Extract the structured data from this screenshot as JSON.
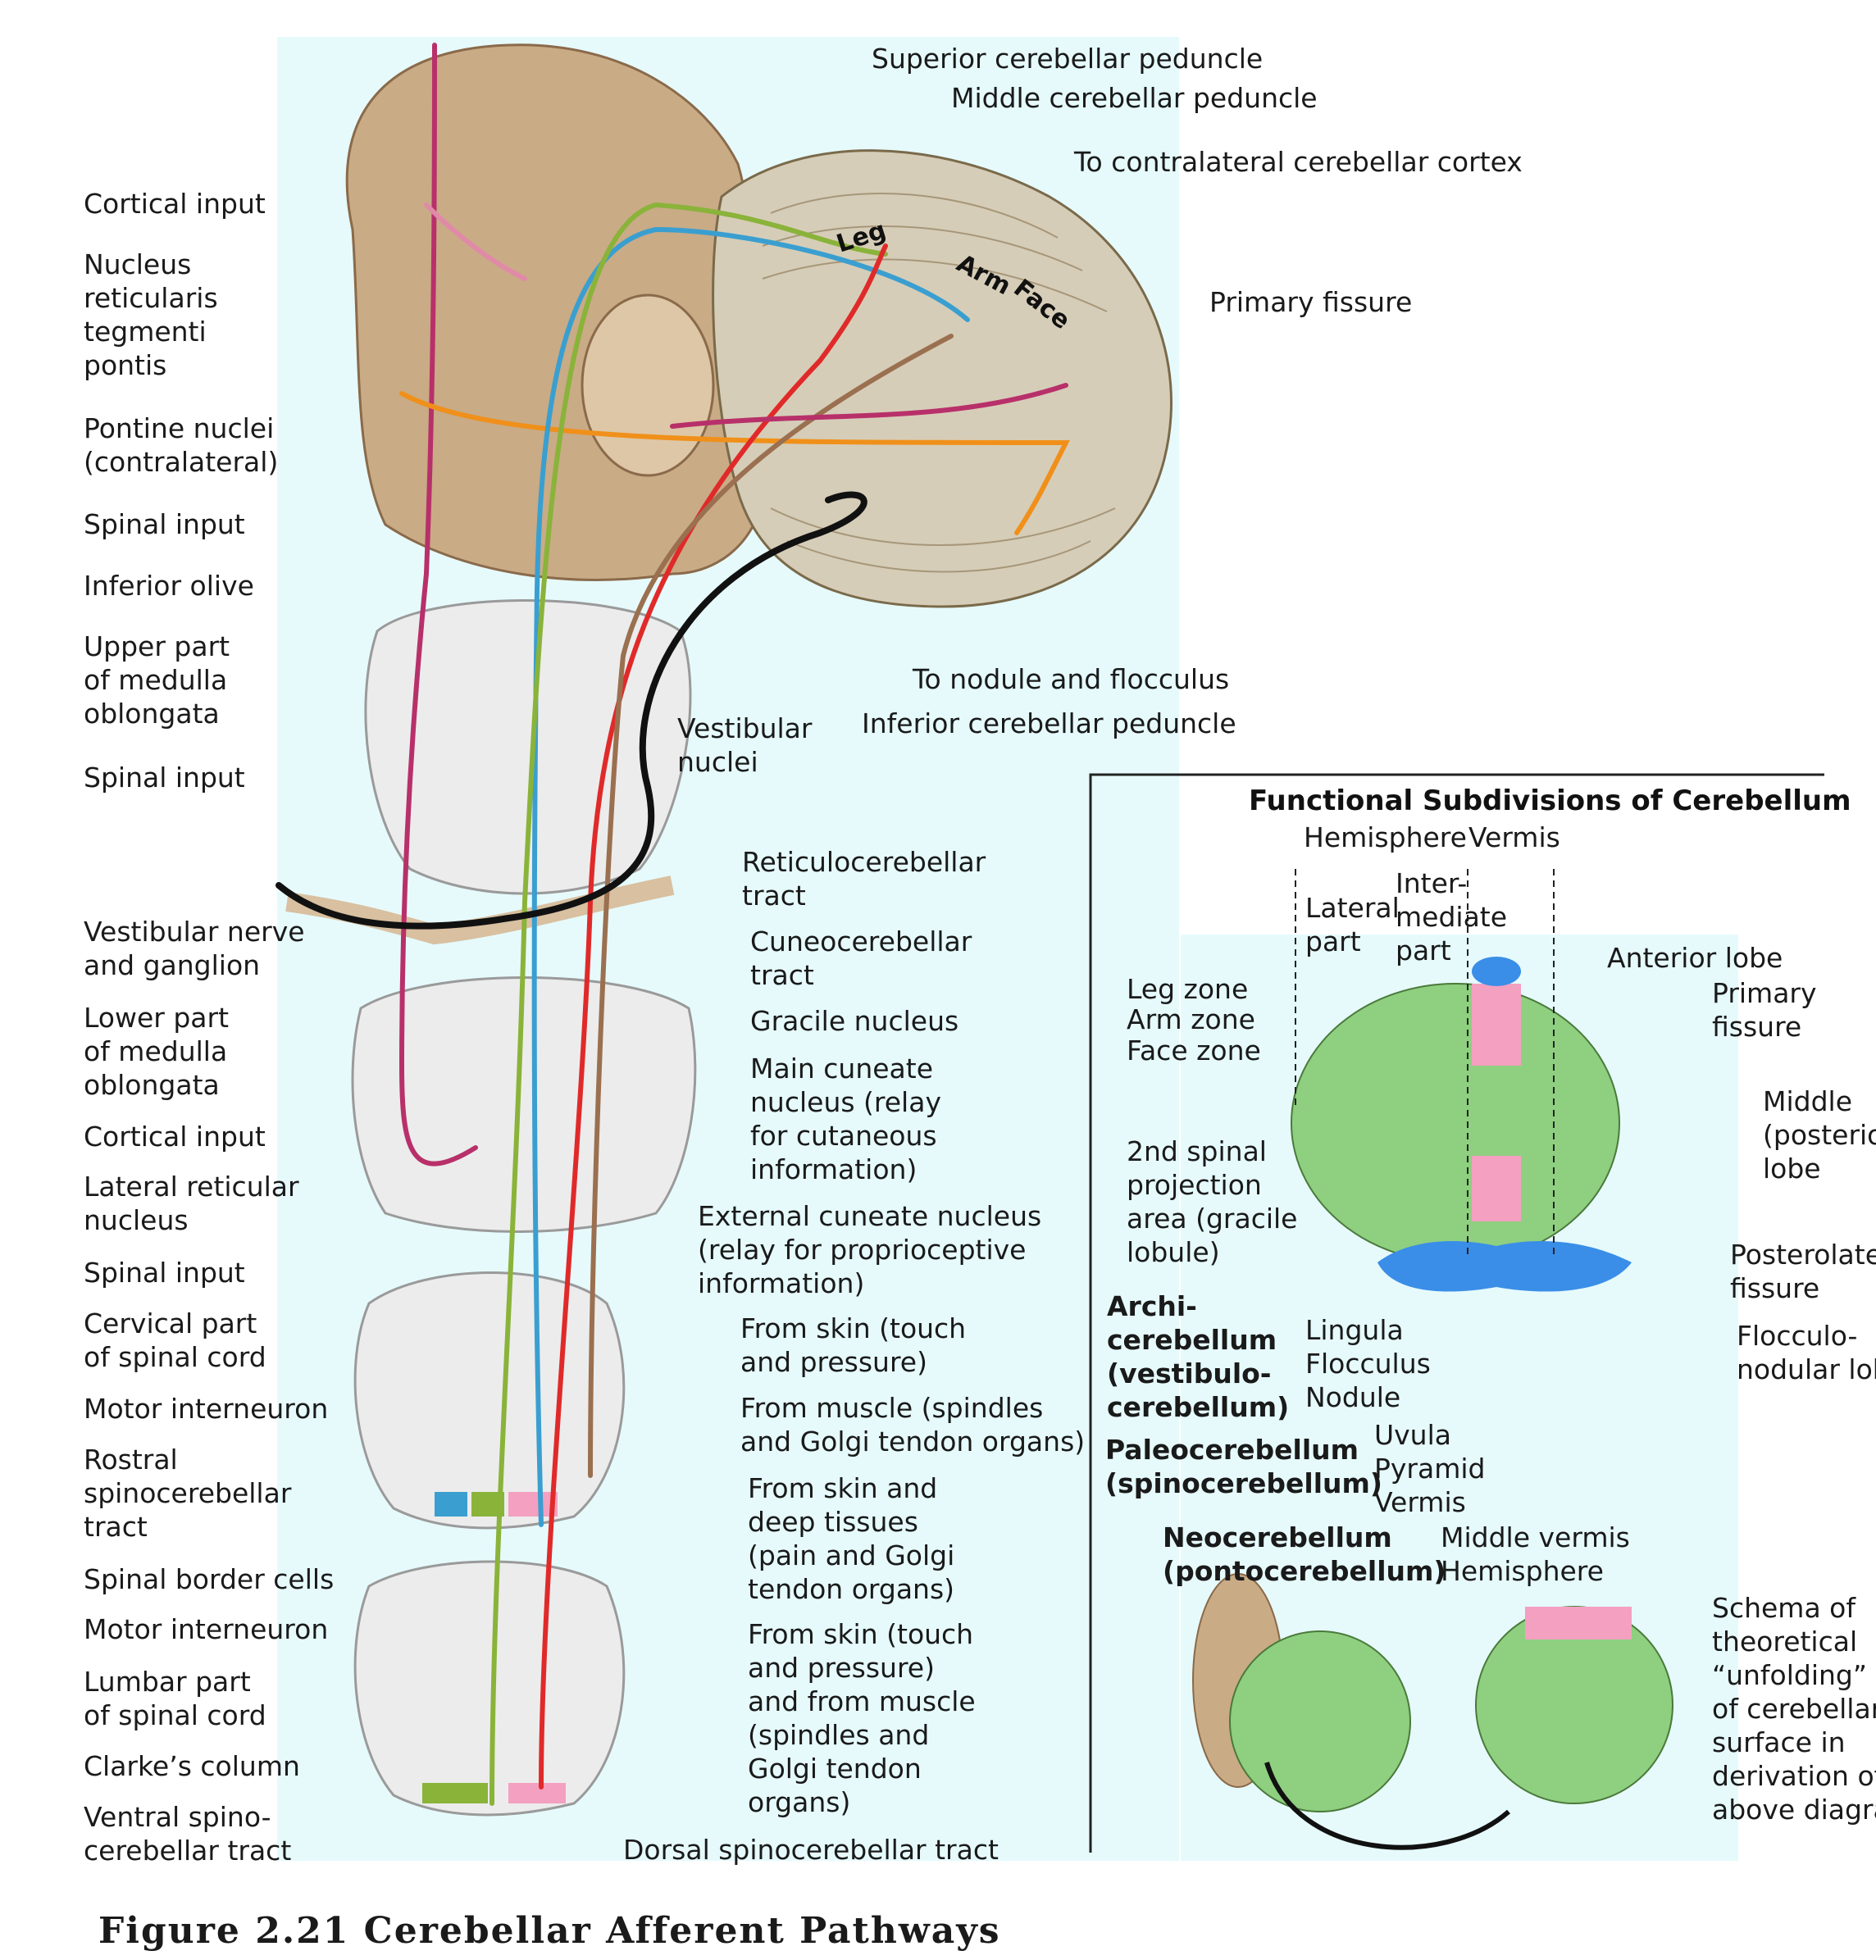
{
  "left_labels": [
    "Cortical input",
    "Nucleus\nreticularis\ntegmenti\npontis",
    "Pontine nuclei\n(contralateral)",
    "Spinal input",
    "Inferior olive",
    "Upper part\nof medulla\noblongata",
    "Spinal input",
    "Vestibular nerve\nand ganglion",
    "Lower part\nof medulla\noblongata",
    "Cortical input",
    "Lateral reticular\nnucleus",
    "Spinal input",
    "Cervical part\nof spinal cord",
    "Motor interneuron",
    "Rostral\nspinocerebellar\ntract",
    "Spinal border cells",
    "Motor interneuron",
    "Lumbar part\nof spinal cord",
    "Clarke’s column",
    "Ventral spino-\ncerebellar tract"
  ],
  "top_labels": [
    "Superior cerebellar peduncle",
    "Middle cerebellar peduncle",
    "To contralateral cerebellar cortex",
    "Primary fissure",
    "To nodule and flocculus",
    "Inferior cerebellar peduncle",
    "Vestibular\nnuclei"
  ],
  "cortex_zones": [
    "Leg",
    "Arm",
    "Face"
  ],
  "middle_labels": [
    "Reticulocerebellar\ntract",
    "Cuneocerebellar\ntract",
    "Gracile nucleus",
    "Main cuneate\nnucleus (relay\nfor cutaneous\ninformation)",
    "External cuneate nucleus\n(relay for proprioceptive\ninformation)",
    "From skin (touch\nand pressure)",
    "From muscle (spindles\nand Golgi tendon organs)",
    "From skin and\ndeep tissues\n(pain and Golgi\ntendon organs)",
    "From skin (touch\nand pressure)\nand from muscle\n(spindles and\nGolgi tendon\norgans)",
    "Dorsal spinocerebellar tract"
  ],
  "inset": {
    "title": "Functional Subdivisions of Cerebellum",
    "hemisphere": "Hemisphere",
    "vermis": "Vermis",
    "lateral_part": "Lateral\npart",
    "intermediate_part": "Inter-\nmediate\npart",
    "zones": [
      "Leg zone",
      "Arm zone",
      "Face zone"
    ],
    "second_spinal": "2nd spinal\nprojection\narea (gracile\nlobule)",
    "anterior_lobe": "Anterior lobe",
    "primary_fissure": "Primary\nfissure",
    "middle_lobe": "Middle\n(posterior)\nlobe",
    "posterolateral_fissure": "Posterolateral\nfissure",
    "flocculonodular": "Flocculo-\nnodular lobe",
    "archi": "Archi-\ncerebellum\n(vestibulo-\ncerebellum)",
    "archi_items": "Lingula\nFlocculus\nNodule",
    "paleo": "Paleocerebellum\n(spinocerebellum)",
    "paleo_items": "Uvula\nPyramid\nVermis",
    "neo": "Neocerebellum\n(pontocerebellum)",
    "neo_items": "Middle vermis\nHemisphere",
    "schema": "Schema of\ntheoretical\n“unfolding”\nof cerebellar\nsurface in\nderivation of\nabove diagram"
  },
  "figure_caption": "Figure 2.21   Cerebellar Afferent Pathways",
  "colors": {
    "background_panel": "#e6fafc",
    "tissue": "#c9ab86",
    "cortex": "#d6cdb8",
    "red": "#e02a2a",
    "blue": "#3a9fd0",
    "green": "#8ab33a",
    "magenta": "#b8306a",
    "orange": "#f0901a",
    "brown": "#9a7050",
    "black": "#111111",
    "inset_green": "#8fcf80",
    "inset_pink": "#f4a0c0",
    "inset_blue": "#3a8ee8"
  }
}
